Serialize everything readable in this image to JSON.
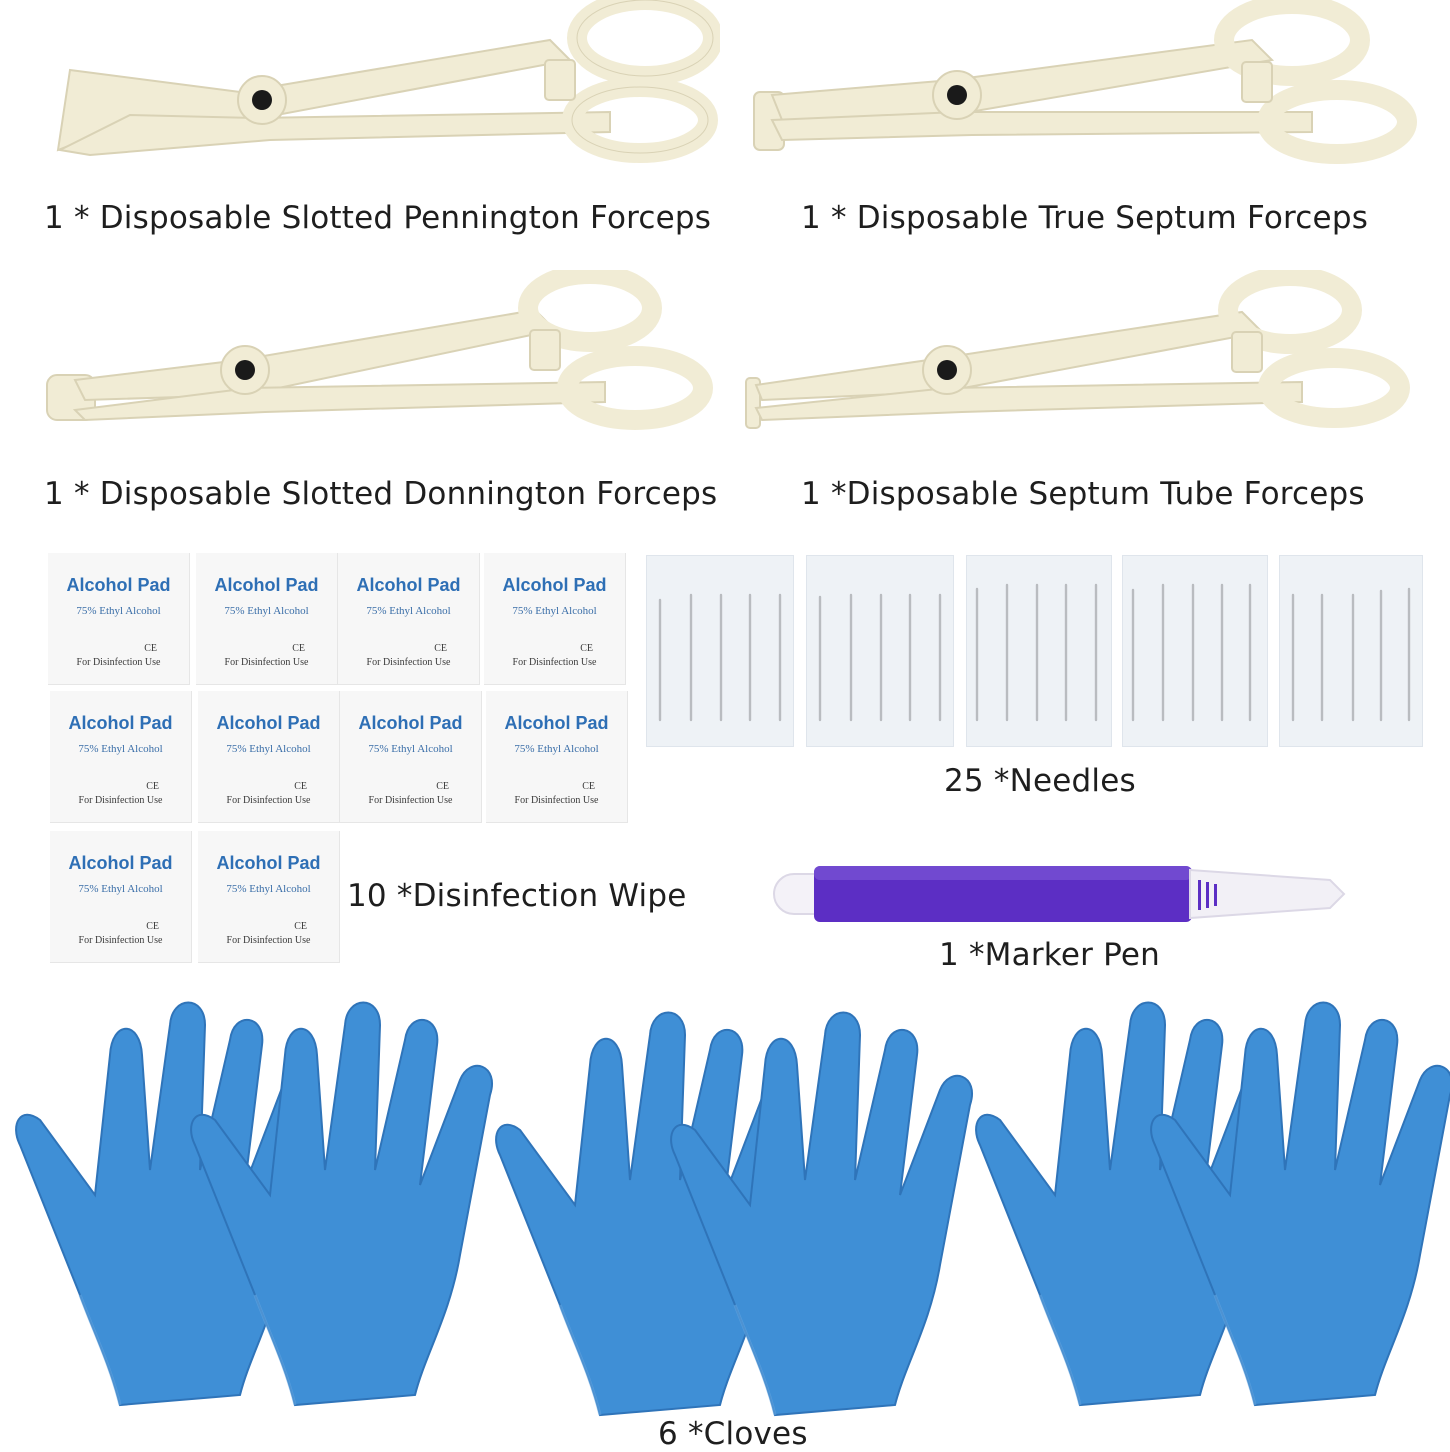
{
  "forceps": [
    {
      "label": "1 * Disposable Slotted Pennington Forceps"
    },
    {
      "label": "1 * Disposable True Septum Forceps"
    },
    {
      "label": "1 * Disposable Slotted Donnington Forceps"
    },
    {
      "label": "1 *Disposable Septum Tube Forceps"
    }
  ],
  "wipes": {
    "label": "10 *Disinfection Wipe",
    "pad_title": "Alcohol  Pad",
    "pad_subtitle": "75% Ethyl Alcohol",
    "pad_mark": "CE",
    "pad_usage": "For Disinfection Use"
  },
  "needles": {
    "label": "25 *Needles"
  },
  "marker": {
    "label": "1 *Marker Pen"
  },
  "gloves": {
    "label": "6 *Cloves"
  },
  "colors": {
    "forceps": "#f1ecd5",
    "glove": "#3f8fd6",
    "marker_barrel": "#5c2ec4",
    "pad_title": "#2e6fb5"
  }
}
